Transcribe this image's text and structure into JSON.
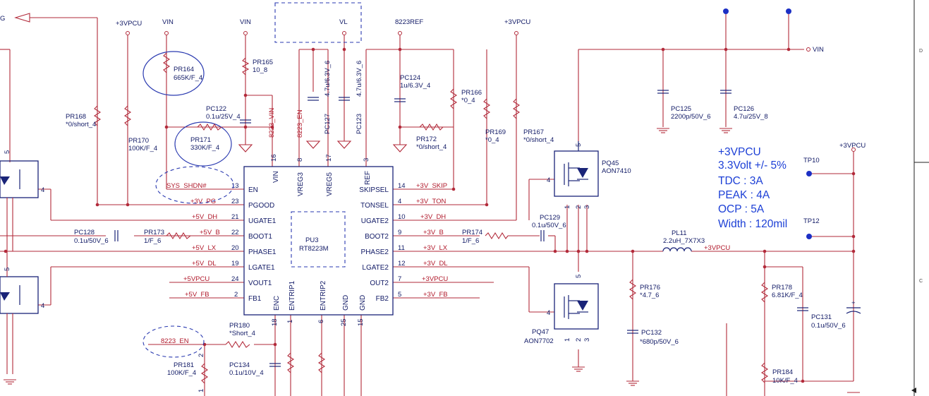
{
  "chip": {
    "ref": "PU3",
    "part": "RT8223M",
    "left_pins": [
      {
        "name": "EN",
        "num": "13"
      },
      {
        "name": "PGOOD",
        "num": "23"
      },
      {
        "name": "UGATE1",
        "num": "21"
      },
      {
        "name": "BOOT1",
        "num": "22"
      },
      {
        "name": "PHASE1",
        "num": "20"
      },
      {
        "name": "LGATE1",
        "num": "19"
      },
      {
        "name": "VOUT1",
        "num": "24"
      },
      {
        "name": "FB1",
        "num": "2"
      }
    ],
    "right_pins": [
      {
        "name": "SKIPSEL",
        "num": "14"
      },
      {
        "name": "TONSEL",
        "num": "4"
      },
      {
        "name": "UGATE2",
        "num": "10"
      },
      {
        "name": "BOOT2",
        "num": "9"
      },
      {
        "name": "PHASE2",
        "num": "11"
      },
      {
        "name": "LGATE2",
        "num": "12"
      },
      {
        "name": "OUT2",
        "num": "7"
      },
      {
        "name": "FB2",
        "num": "5"
      }
    ],
    "top_pins": [
      {
        "name": "VIN",
        "num": "16"
      },
      {
        "name": "VREG3",
        "num": "8"
      },
      {
        "name": "VREG5",
        "num": "17"
      },
      {
        "name": "REF",
        "num": "3"
      }
    ],
    "bottom_pins": [
      {
        "name": "ENC",
        "num": "18"
      },
      {
        "name": "ENTRIP1",
        "num": "1"
      },
      {
        "name": "ENTRIP2",
        "num": "6"
      },
      {
        "name": "GND",
        "num": "25"
      },
      {
        "name": "GND",
        "num": "15"
      }
    ]
  },
  "nets_left": [
    "SYS_SHDN#",
    "+3V_PG",
    "+5V_DH",
    "+5V_B",
    "+5V_LX",
    "+5V_DL",
    "+5VPCU",
    "+5V_FB"
  ],
  "nets_right": [
    "+3V_SKIP",
    "+3V_TON",
    "+3V_DH",
    "+3V_B",
    "+3V_LX",
    "+3V_DL",
    "+3VPCU",
    "+3V_FB"
  ],
  "nets_top": [
    "8223_VIN",
    "8223_EN"
  ],
  "power_labels": {
    "p3vpcu_a": "+3VPCU",
    "vin_a": "VIN",
    "vin_b": "VIN",
    "vl": "VL",
    "ref": "8223REF",
    "p3vpcu_b": "+3VPCU",
    "vin_c": "VIN",
    "p3vpcu_c": "+3VPCU",
    "p3vpcu_out": "+3VPCU",
    "en_bottom": "8223_EN",
    "left_port": "G"
  },
  "components": {
    "PR164": {
      "ref": "PR164",
      "value": "665K/F_4"
    },
    "PR165": {
      "ref": "PR165",
      "value": "10_8"
    },
    "PR168": {
      "ref": "PR168",
      "value": "*0/short_4"
    },
    "PR170": {
      "ref": "PR170",
      "value": "100K/F_4"
    },
    "PR171": {
      "ref": "PR171",
      "value": "330K/F_4"
    },
    "PC122": {
      "ref": "PC122",
      "value": "0.1u/25V_4"
    },
    "PC127": {
      "ref": "PC127",
      "value": "4.7u/6.3V_6"
    },
    "PC123": {
      "ref": "PC123",
      "value": "4.7u/6.3V_6"
    },
    "PC124": {
      "ref": "PC124",
      "value": "1u/6.3V_4"
    },
    "PR166": {
      "ref": "PR166",
      "value": "*0_4"
    },
    "PR172": {
      "ref": "PR172",
      "value": "*0/short_4"
    },
    "PR169": {
      "ref": "PR169",
      "value": "*0_4"
    },
    "PR167": {
      "ref": "PR167",
      "value": "*0/short_4"
    },
    "PC125": {
      "ref": "PC125",
      "value": "2200p/50V_6"
    },
    "PC126": {
      "ref": "PC126",
      "value": "4.7u/25V_8"
    },
    "PQ45": {
      "ref": "PQ45",
      "value": "AON7410"
    },
    "PQ47": {
      "ref": "PQ47",
      "value": "AON7702"
    },
    "PC128": {
      "ref": "PC128",
      "value": "0.1u/50V_6"
    },
    "PR173": {
      "ref": "PR173",
      "value": "1/F_6"
    },
    "PC129": {
      "ref": "PC129",
      "value": "0.1u/50V_6"
    },
    "PR174": {
      "ref": "PR174",
      "value": "1/F_6"
    },
    "PL11": {
      "ref": "PL11",
      "value": "2.2uH_7X7X3"
    },
    "PR176": {
      "ref": "PR176",
      "value": "*4.7_6"
    },
    "PC132": {
      "ref": "PC132",
      "value": "*680p/50V_6"
    },
    "PR178": {
      "ref": "PR178",
      "value": "6.81K/F_4"
    },
    "PC131": {
      "ref": "PC131",
      "value": "0.1u/50V_6"
    },
    "PR184": {
      "ref": "PR184",
      "value": "10K/F_4"
    },
    "PR180": {
      "ref": "PR180",
      "value": "*Short_4"
    },
    "PR181": {
      "ref": "PR181",
      "value": "100K/F_4"
    },
    "PC134": {
      "ref": "PC134",
      "value": "0.1u/10V_4"
    }
  },
  "testpoints": [
    "TP10",
    "TP12"
  ],
  "spec_block": {
    "title": "+3VPCU",
    "lines": [
      "3.3Volt +/- 5%",
      "TDC : 3A",
      "PEAK : 4A",
      "OCP : 5A",
      "Width : 120mil"
    ]
  },
  "border_letters": [
    "D",
    "C"
  ],
  "colors": {
    "wire": "#b22a3a",
    "component": "#1a2478",
    "net_label": "#b0182a",
    "spec_text": "#1c3fd6"
  }
}
